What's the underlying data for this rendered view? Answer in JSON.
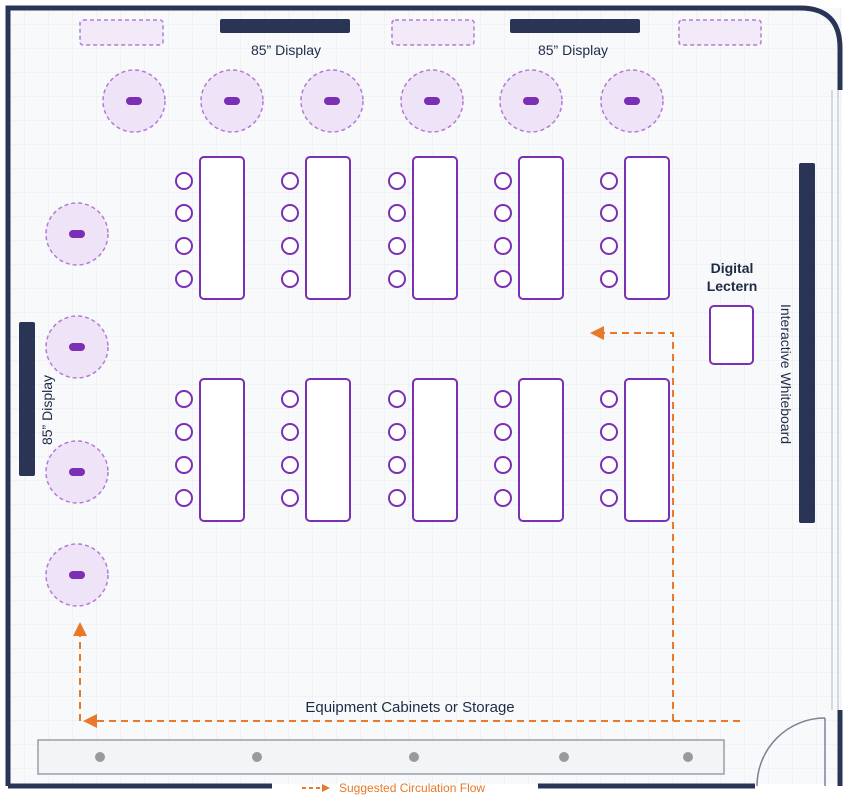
{
  "labels": {
    "display_top_left": "85” Display",
    "display_top_right": "85” Display",
    "display_left": "85” Display",
    "interactive_whiteboard": "Interactive Whiteboard",
    "lectern_line1": "Digital",
    "lectern_line2": "Lectern",
    "storage": "Equipment Cabinets or Storage",
    "legend": "Suggested Circulation Flow"
  },
  "colors": {
    "wall": "#2a3556",
    "furniture": "#7b2fb5",
    "furniture_fill": "#ffffff",
    "lounge_fill": "#efe4f7",
    "lounge_stroke": "#b47ad6",
    "flow": "#e8792b",
    "grid": "#e9ebf0",
    "floor": "#f8f9fb",
    "storage_fill": "#f3f4f6",
    "storage_stroke": "#9aa0a8",
    "storage_dot": "#9a9a9a"
  },
  "icons": {
    "flow_arrow": "dashed-arrow-icon",
    "door": "door-swing-icon"
  }
}
